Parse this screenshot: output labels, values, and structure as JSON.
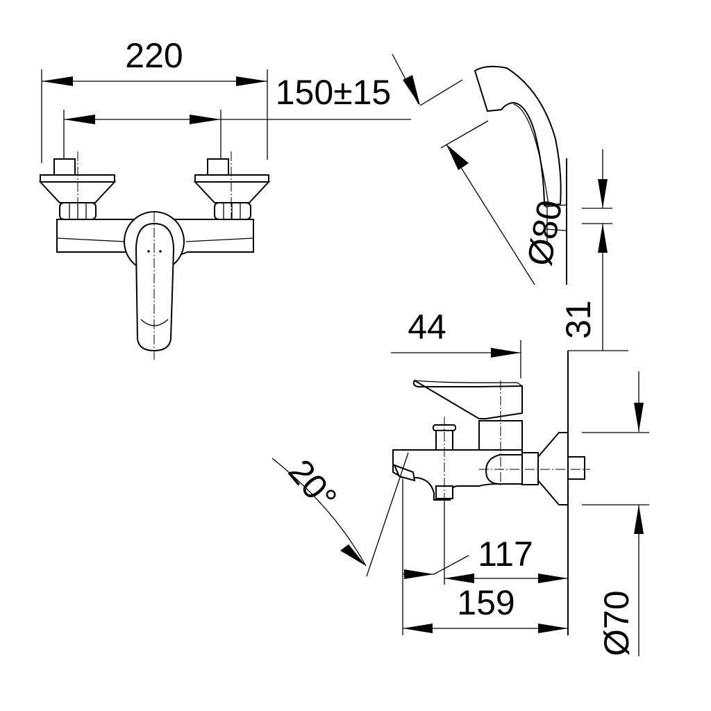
{
  "drawing": {
    "title": "Bath mixer dimension drawing",
    "dimensions": {
      "overall_width": "220",
      "inlet_spacing": "150±15",
      "hand_shower_diameter": "Ø80",
      "bracket_gap": "31",
      "lever_depth": "44",
      "spout_angle": "20°",
      "spout_to_wall": "117",
      "overall_projection": "159",
      "flange_diameter": "Ø70"
    }
  }
}
